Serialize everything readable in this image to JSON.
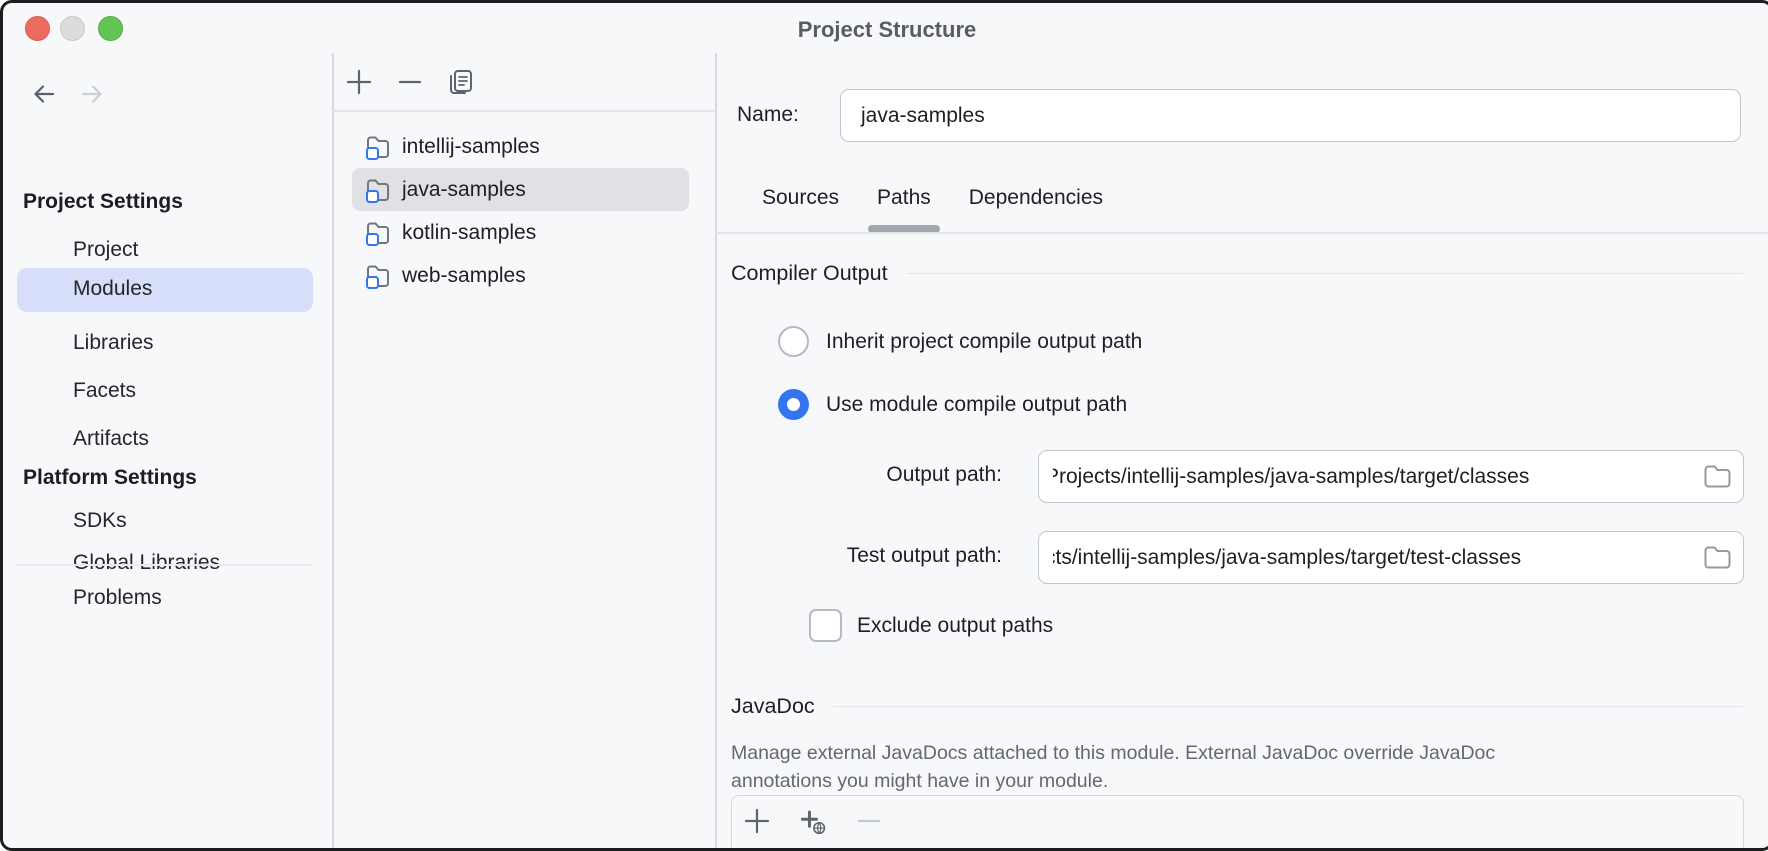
{
  "window": {
    "title": "Project Structure"
  },
  "sidebar": {
    "sections": [
      {
        "label": "Project Settings",
        "items": [
          "Project",
          "Modules",
          "Libraries",
          "Facets",
          "Artifacts"
        ],
        "selected": "Modules"
      },
      {
        "label": "Platform Settings",
        "items": [
          "SDKs",
          "Global Libraries"
        ]
      }
    ],
    "problems_label": "Problems"
  },
  "modules": {
    "toolbar_icons": [
      "add-icon",
      "remove-icon",
      "copy-icon"
    ],
    "items": [
      "intellij-samples",
      "java-samples",
      "kotlin-samples",
      "web-samples"
    ],
    "selected": "java-samples"
  },
  "detail": {
    "name_label": "Name:",
    "name_value": "java-samples",
    "tabs": [
      "Sources",
      "Paths",
      "Dependencies"
    ],
    "selected_tab": "Paths",
    "compiler": {
      "heading": "Compiler Output",
      "radio_inherit": "Inherit project compile output path",
      "radio_module": "Use module compile output path",
      "selected_radio": "Use module compile output path",
      "output_path_label": "Output path:",
      "output_path_value": "Projects/intellij-samples/java-samples/target/classes",
      "test_output_path_label": "Test output path:",
      "test_output_path_value": "cts/intellij-samples/java-samples/target/test-classes",
      "exclude_label": "Exclude output paths",
      "exclude_checked": false
    },
    "javadoc": {
      "heading": "JavaDoc",
      "lines": [
        "Manage external JavaDocs attached to this module. External JavaDoc override JavaDoc",
        "annotations you might have in your module."
      ],
      "toolbar_icons": [
        "add-icon",
        "add-from-url-icon",
        "remove-icon"
      ]
    }
  },
  "colors": {
    "accent_blue": "#3574f0",
    "sidebar_selection": "#d7def9",
    "list_selection_unfocused": "#dfe1e4",
    "tab_underline_unfocused": "#a1a6b0",
    "panel_background": "#f7f8fa",
    "divider": "#d7d9de",
    "traffic_red": "#ec6a5e",
    "traffic_gray": "#dcdcdc",
    "traffic_green": "#62c455"
  }
}
